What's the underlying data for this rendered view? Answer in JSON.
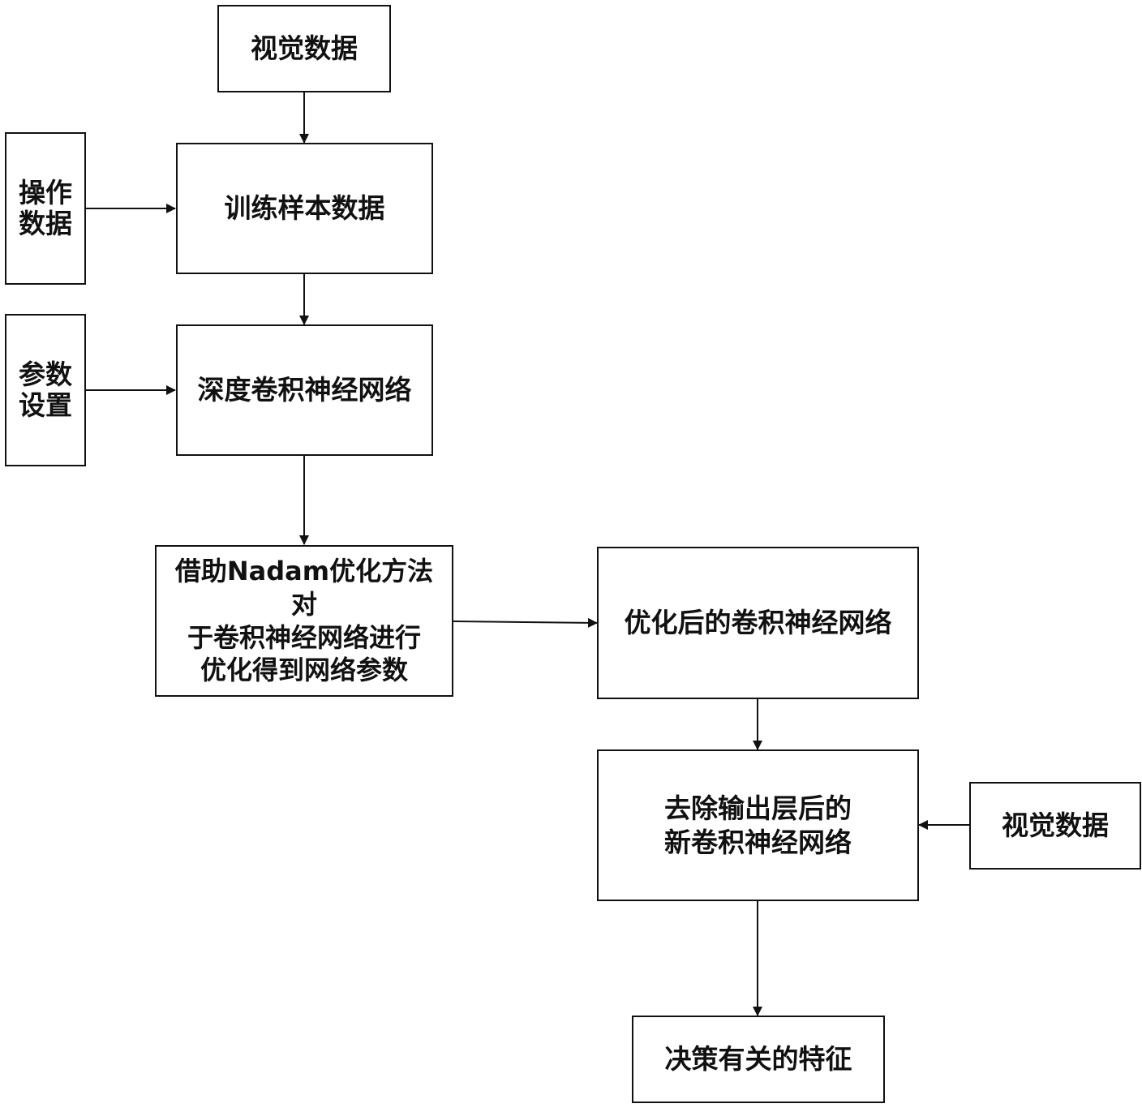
{
  "nodes": {
    "visual_data_top": "视觉数据",
    "operation_data": "操作\n数据",
    "training_samples": "训练样本数据",
    "param_settings": "参数\n设置",
    "deep_cnn": "深度卷积神经网络",
    "nadam_optimization": "借助Nadam优化方法对\n于卷积神经网络进行\n优化得到网络参数",
    "optimized_cnn": "优化后的卷积神经网络",
    "new_cnn": "去除输出层后的\n新卷积神经网络",
    "visual_data_right": "视觉数据",
    "decision_features": "决策有关的特征"
  },
  "colors": {
    "stroke": "#111111",
    "background": "#ffffff"
  }
}
